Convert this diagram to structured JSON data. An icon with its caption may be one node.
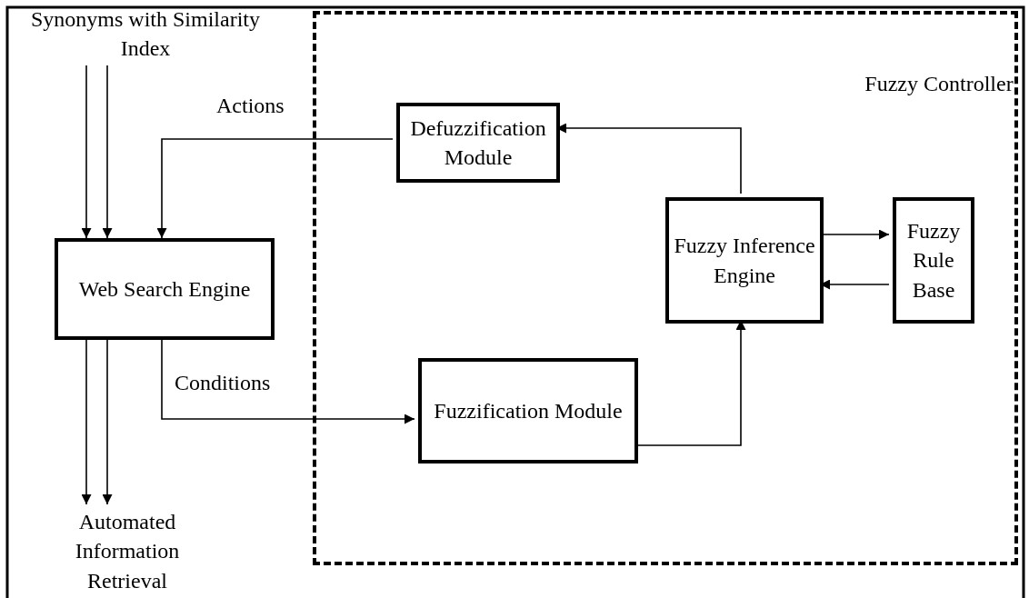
{
  "diagram": {
    "nodes": [
      {
        "text": [
          "Fuzzy Controller"
        ]
      },
      {
        "text": [
          "Synonyms with Similarity Index"
        ]
      },
      {
        "text": [
          "Defuzzification Module"
        ],
        "in": 0
      },
      {
        "text": [
          "Web Search Engine"
        ]
      },
      {
        "text": [
          "Fuzzy Inference Engine"
        ],
        "in": 0
      },
      {
        "text": [
          "Fuzzy Rule Base"
        ],
        "in": 0
      },
      {
        "text": [
          "Fuzzification Module"
        ],
        "in": 0
      },
      {
        "text": [
          "Automated Information Retrieval"
        ]
      }
    ],
    "edges": [
      {
        "from": 1,
        "to": 3,
        "arrow": "to"
      },
      {
        "from": 1,
        "to": 3,
        "arrow": "to"
      },
      {
        "from": 2,
        "to": 3,
        "arrow": "to",
        "label": "Actions"
      },
      {
        "from": 4,
        "to": 2,
        "arrow": "to"
      },
      {
        "from": 4,
        "to": 5,
        "arrow": "to"
      },
      {
        "from": 5,
        "to": 4,
        "arrow": "to"
      },
      {
        "from": 3,
        "to": 6,
        "arrow": "to",
        "label": "Conditions"
      },
      {
        "from": 6,
        "to": 4,
        "arrow": "to"
      },
      {
        "from": 3,
        "to": 7,
        "arrow": "to"
      },
      {
        "from": 3,
        "to": 7,
        "arrow": "to"
      }
    ]
  }
}
